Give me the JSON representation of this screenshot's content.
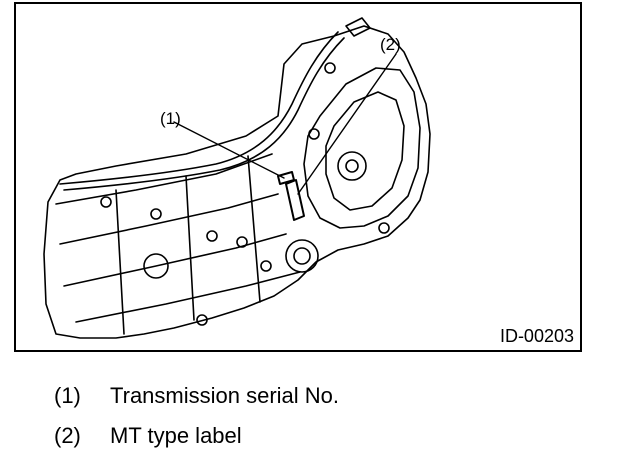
{
  "figure": {
    "callout_1": "(1)",
    "callout_2": "(2)",
    "figure_id": "ID-00203"
  },
  "legend": [
    {
      "number": "(1)",
      "text": "Transmission serial No."
    },
    {
      "number": "(2)",
      "text": "MT type label"
    }
  ]
}
